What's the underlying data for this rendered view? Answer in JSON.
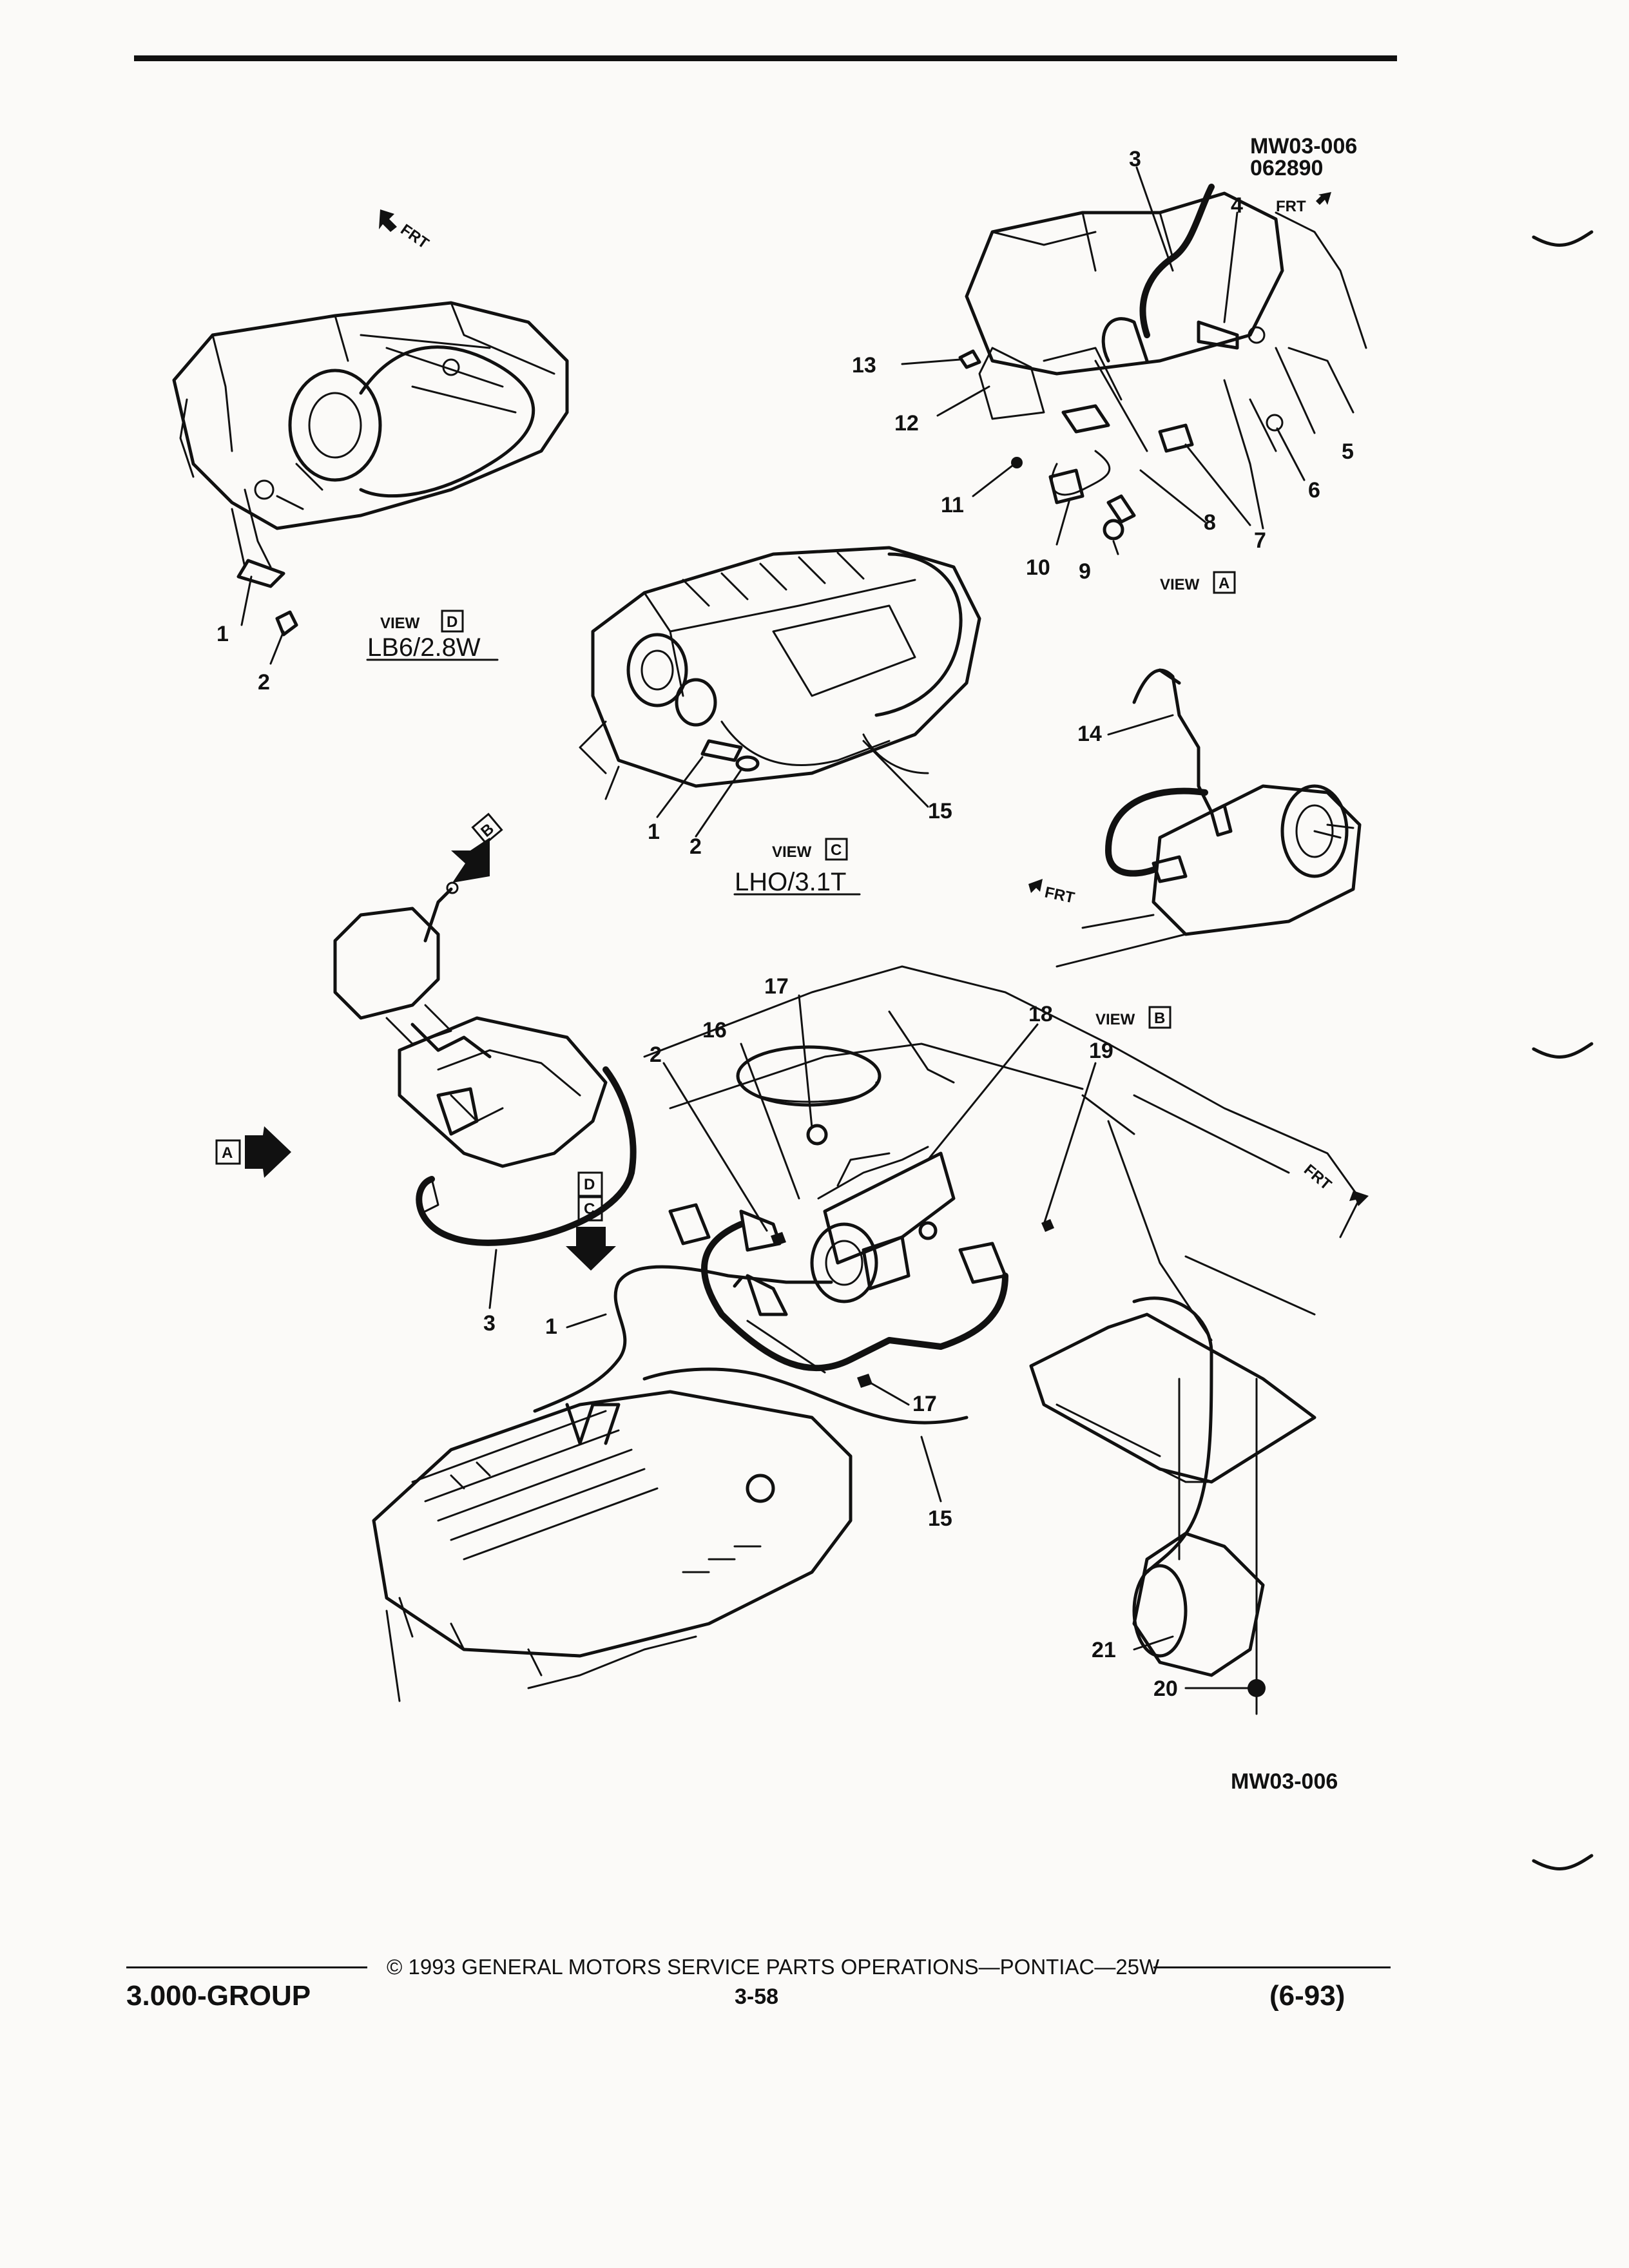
{
  "page": {
    "background": "#fbfaf8",
    "ink": "#111111",
    "figure_id": "MW03-006",
    "figure_date": "062890",
    "figure_id_bottom": "MW03-006"
  },
  "orientation": {
    "front": "FRT"
  },
  "views": {
    "a": {
      "word": "VIEW",
      "letter": "A"
    },
    "b": {
      "word": "VIEW",
      "letter": "B"
    },
    "c": {
      "word": "VIEW",
      "letter": "C",
      "engine": "LHO/3.1T"
    },
    "d": {
      "word": "VIEW",
      "letter": "D",
      "engine": "LB6/2.8W"
    },
    "arrow_a": "A",
    "arrow_b": "B",
    "arrow_c": "C",
    "arrow_d": "D"
  },
  "callouts": {
    "n1": "1",
    "n2": "2",
    "n3": "3",
    "n4": "4",
    "n5": "5",
    "n6": "6",
    "n7": "7",
    "n8": "8",
    "n9": "9",
    "n10": "10",
    "n11": "11",
    "n12": "12",
    "n13": "13",
    "n14": "14",
    "n15": "15",
    "n16": "16",
    "n17": "17",
    "n18": "18",
    "n19": "19",
    "n20": "20",
    "n21": "21"
  },
  "footer": {
    "copyright": "© 1993 GENERAL MOTORS SERVICE PARTS OPERATIONS—PONTIAC—25W",
    "group": "3.000-GROUP",
    "page_number": "3-58",
    "date": "(6-93)"
  }
}
